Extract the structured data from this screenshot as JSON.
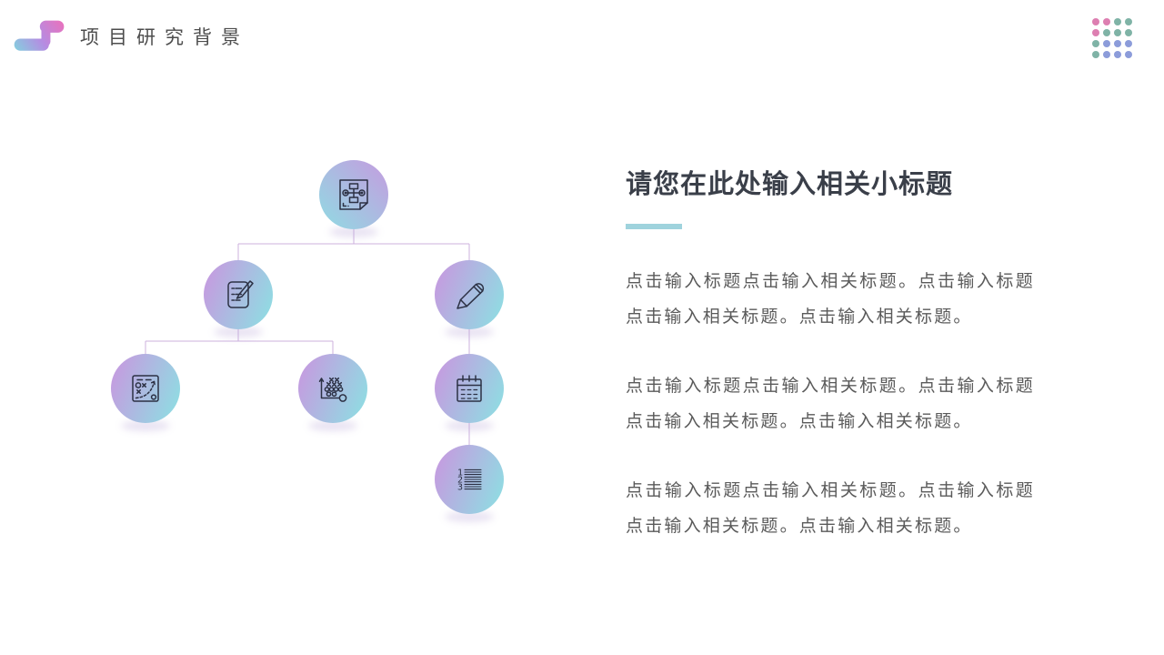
{
  "header": {
    "title": "项目研究背景",
    "logo_gradient": {
      "start": "#7fd7de",
      "mid": "#b58ce2",
      "end": "#ef6fb9"
    }
  },
  "decor": {
    "dot_colors": {
      "pink": "#dd7fb1",
      "teal": "#7fb3a6",
      "blue": "#8c9cda"
    },
    "dot_pattern": [
      "pink",
      "pink",
      "teal",
      "teal",
      "pink",
      "teal",
      "teal",
      "teal",
      "teal",
      "blue",
      "blue",
      "blue",
      "teal",
      "blue",
      "blue",
      "blue"
    ]
  },
  "diagram": {
    "node_icons": [
      "flowchart-document",
      "checklist-edit",
      "pencil",
      "strategy-board",
      "xo-plot",
      "calendar",
      "numbered-list"
    ],
    "list_icon_numbers": [
      "1",
      "2",
      "3"
    ],
    "gradient": {
      "purple": "#c29fe0",
      "cyan": "#93d8e2"
    },
    "connector_color": "#cdb1de",
    "icon_stroke": "#2c3144"
  },
  "right_panel": {
    "heading": "请您在此处输入相关小标题",
    "underline_color": "#9fd3dd",
    "paragraphs": [
      "点击输入标题点击输入相关标题。点击输入标题点击输入相关标题。点击输入相关标题。",
      "点击输入标题点击输入相关标题。点击输入标题点击输入相关标题。点击输入相关标题。",
      "点击输入标题点击输入相关标题。点击输入标题点击输入相关标题。点击输入相关标题。"
    ]
  }
}
